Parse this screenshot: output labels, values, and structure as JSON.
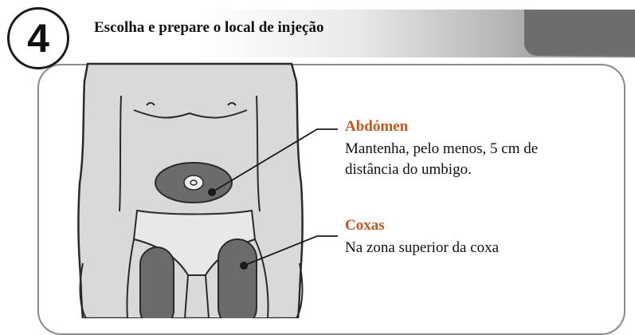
{
  "step": {
    "number": "4",
    "title": "Escolha e prepare o local de injeção"
  },
  "annotations": [
    {
      "title": "Abdómen",
      "lines": [
        "Mantenha, pelo menos, 5 cm de",
        "distância do umbigo."
      ]
    },
    {
      "title": "Coxas",
      "lines": [
        "Na zona superior da coxa"
      ]
    }
  ],
  "colors": {
    "title_accent": "#c0581f",
    "highlight_region": "#6b6b6b",
    "body_fill": "#d9d9d9",
    "outline": "#2a2a2a"
  }
}
